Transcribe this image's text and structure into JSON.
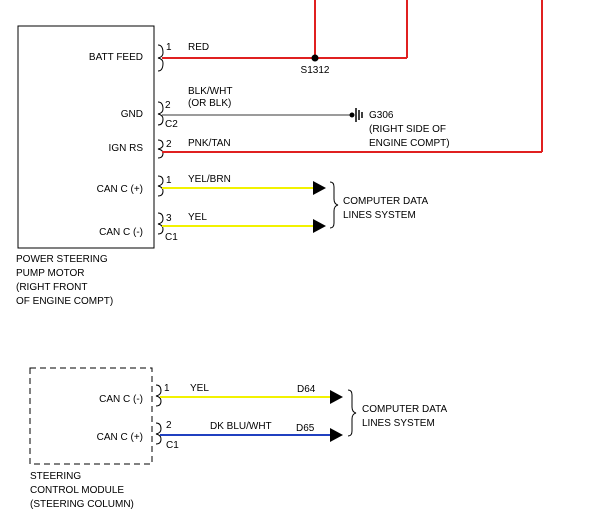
{
  "pump_motor": {
    "pins": {
      "batt_feed": "BATT FEED",
      "gnd": "GND",
      "ign_rs": "IGN RS",
      "can_c_plus": "CAN C (+)",
      "can_c_minus": "CAN C (-)"
    },
    "title_lines": [
      "POWER STEERING",
      "PUMP MOTOR",
      "(RIGHT FRONT",
      "OF ENGINE COMPT)"
    ],
    "wires": {
      "batt_feed": {
        "pin": "1",
        "color": "RED"
      },
      "gnd": {
        "pin": "2",
        "color_line1": "BLK/WHT",
        "color_line2": "(OR BLK)",
        "connector": "C2"
      },
      "ign_rs": {
        "pin": "2",
        "color": "PNK/TAN"
      },
      "can_c_plus": {
        "pin": "1",
        "color": "YEL/BRN"
      },
      "can_c_minus": {
        "pin": "3",
        "color": "YEL",
        "connector": "C1"
      }
    },
    "splice": "S1312",
    "ground": {
      "id": "G306",
      "location_line1": "(RIGHT SIDE OF",
      "location_line2": "ENGINE COMPT)"
    },
    "destination_lines": [
      "COMPUTER DATA",
      "LINES SYSTEM"
    ]
  },
  "steering_module": {
    "pins": {
      "can_c_minus": "CAN C (-)",
      "can_c_plus": "CAN C (+)"
    },
    "title_lines": [
      "STEERING",
      "CONTROL MODULE",
      "(STEERING COLUMN)"
    ],
    "wires": {
      "can_c_minus": {
        "pin": "1",
        "color": "YEL",
        "circuit": "D64"
      },
      "can_c_plus": {
        "pin": "2",
        "color": "DK BLU/WHT",
        "circuit": "D65",
        "connector": "C1"
      }
    },
    "destination_lines": [
      "COMPUTER DATA",
      "LINES SYSTEM"
    ]
  },
  "colors": {
    "red_wire": "#e02020",
    "yellow_wire": "#f2f200",
    "blue_wire": "#2040c0",
    "ground_wire": "#7a7a7a",
    "ink": "#000000"
  }
}
